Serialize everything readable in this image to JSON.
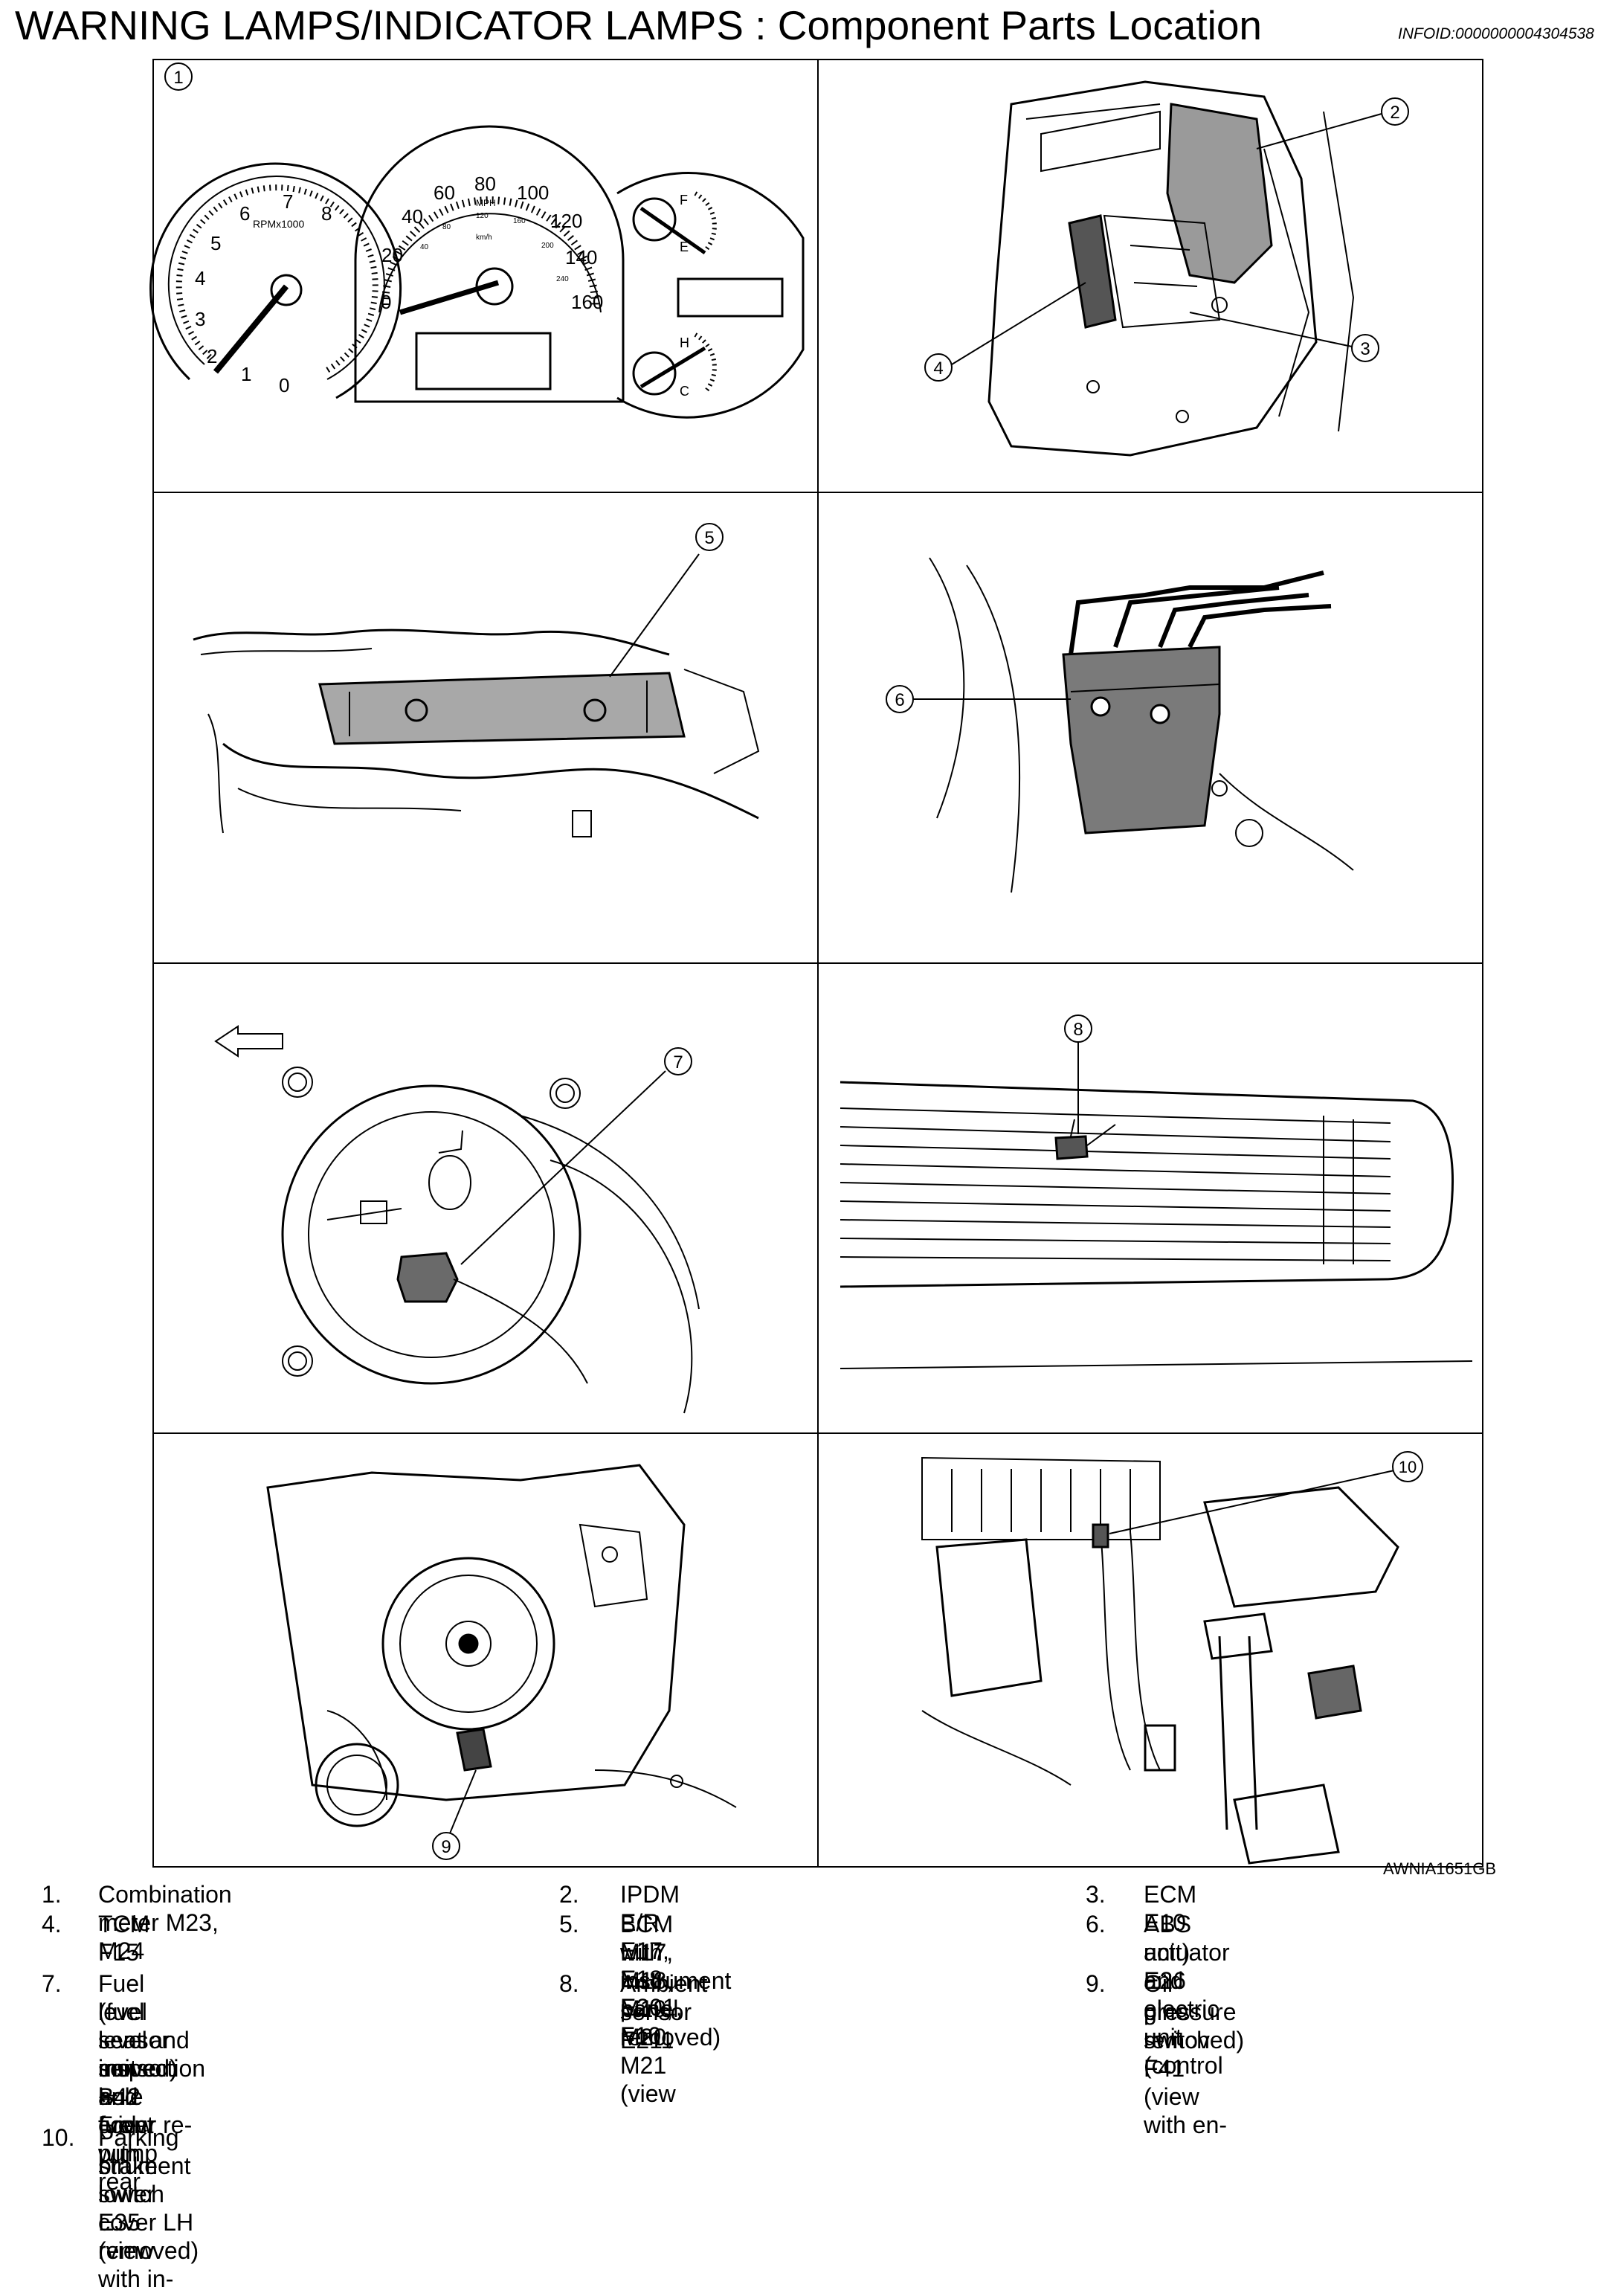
{
  "header": {
    "title": "WARNING LAMPS/INDICATOR LAMPS : Component Parts Location",
    "info_id": "INFOID:0000000004304538"
  },
  "figure": {
    "code": "AWNIA1651GB",
    "callouts": [
      "1",
      "2",
      "3",
      "4",
      "5",
      "6",
      "7",
      "8",
      "9",
      "10"
    ],
    "tach_labels": [
      "8",
      "7",
      "6",
      "5",
      "4",
      "3",
      "2",
      "1",
      "0"
    ],
    "tach_unit": "RPMx1000",
    "speed_labels": [
      "0",
      "20",
      "40",
      "60",
      "80",
      "100",
      "120",
      "140",
      "160"
    ],
    "speed_unit": "MPH",
    "speed_kmh_labels": [
      "40",
      "80",
      "120",
      "160",
      "200",
      "240"
    ],
    "speed_kmh_unit": "km/h",
    "fuel_labels": [
      "F",
      "E"
    ],
    "temp_labels": [
      "H",
      "C"
    ]
  },
  "legend": [
    {
      "num": "1.",
      "lines": [
        "Combination meter M23, M24"
      ]
    },
    {
      "num": "2.",
      "lines": [
        "IPDM E/R E17, E18, E201, F10"
      ]
    },
    {
      "num": "3.",
      "lines": [
        "ECM E10"
      ]
    },
    {
      "num": "4.",
      "lines": [
        "TCM F15"
      ]
    },
    {
      "num": "5.",
      "lines": [
        "BCM M17, M18, M19, M20, M21 (view",
        "with instrument panel removed)"
      ]
    },
    {
      "num": "6.",
      "lines": [
        "ABS actuator and electric unit (control",
        "unit) E26"
      ]
    },
    {
      "num": "7.",
      "lines": [
        "Fuel level sensor unit and fuel pump",
        "(fuel level sensor) B42 (view with rear",
        "seat and inspection hole cover re-",
        "moved)"
      ]
    },
    {
      "num": "8.",
      "lines": [
        "Ambient sensor E211"
      ]
    },
    {
      "num": "9.",
      "lines": [
        "Oil pressure switch F41 (view with en-",
        "gine removed)"
      ]
    },
    {
      "num": "10.",
      "lines": [
        "Parking brake switch E35 (view with in-",
        "strument lower cover LH removed)"
      ]
    }
  ],
  "front_note": "⇐: Front"
}
